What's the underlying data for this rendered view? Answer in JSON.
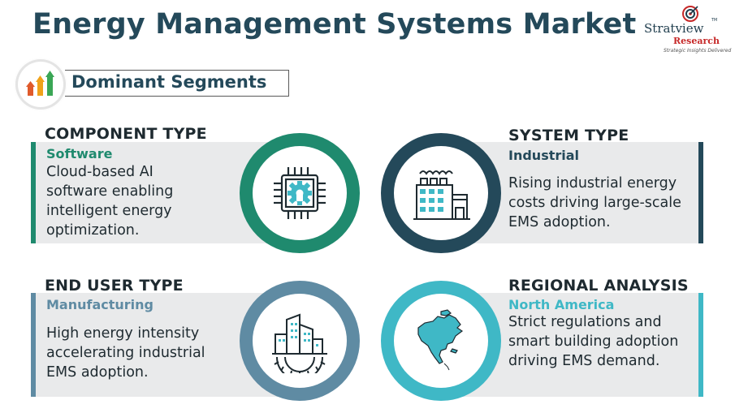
{
  "title": "Energy Management Systems Market",
  "logo": {
    "brand": "Stratview",
    "tm": "TM",
    "research": "Research",
    "tagline": "Strategic Insights Delivered"
  },
  "section": {
    "label": "Dominant Segments"
  },
  "colors": {
    "title": "#24495a",
    "green": "#1f8a6e",
    "navy": "#24495a",
    "steel": "#5f8ba3",
    "teal": "#3fb8c6",
    "band": "#e9eaeb"
  },
  "segments": [
    {
      "heading": "COMPONENT TYPE",
      "value": "Software",
      "description": "Cloud-based AI software enabling intelligent energy optimization.",
      "icon": "chip-gear-icon",
      "accent": "#1f8a6e"
    },
    {
      "heading": "SYSTEM TYPE",
      "value": "Industrial",
      "description": "Rising industrial energy costs driving large-scale EMS adoption.",
      "icon": "factory-icon",
      "accent": "#24495a"
    },
    {
      "heading": "END USER TYPE",
      "value": "Manufacturing",
      "description": "High energy intensity accelerating industrial EMS adoption.",
      "icon": "buildings-gear-icon",
      "accent": "#5f8ba3"
    },
    {
      "heading": "REGIONAL ANALYSIS",
      "value": "North America",
      "description": "Strict regulations and smart building adoption driving EMS demand.",
      "icon": "north-america-map-icon",
      "accent": "#3fb8c6"
    }
  ]
}
